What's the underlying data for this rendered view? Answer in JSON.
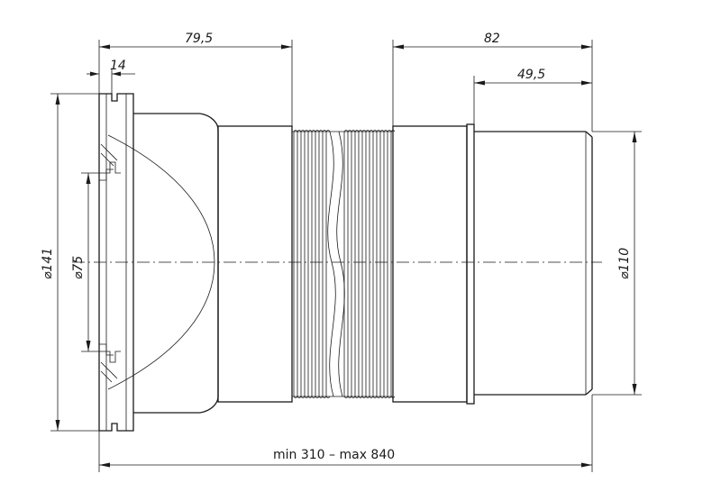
{
  "drawing": {
    "dimensions": {
      "flange_to_bellows": "79,5",
      "flange_thickness": "14",
      "socket_length": "82",
      "spigot_length": "49,5",
      "flange_diameter": "⌀141",
      "inlet_diameter": "⌀75",
      "outlet_diameter": "⌀110",
      "overall_length": "min 310 – max 840"
    }
  }
}
